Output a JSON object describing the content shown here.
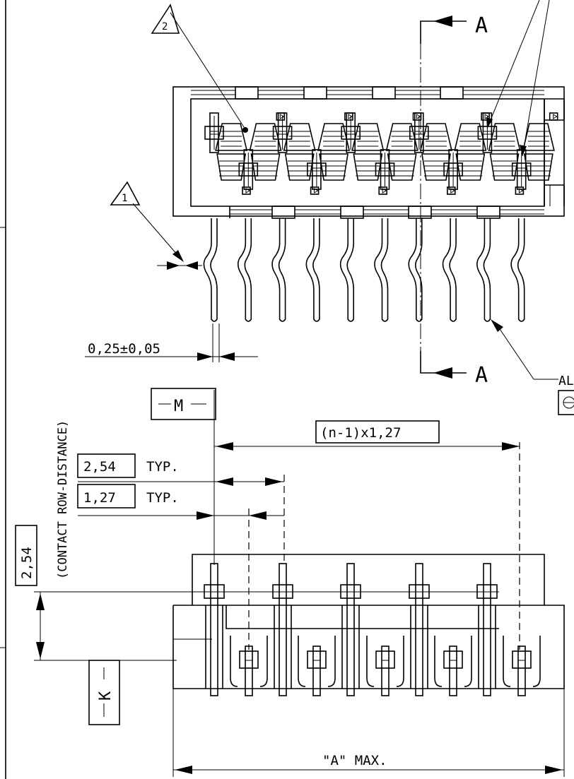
{
  "section_marks": {
    "letter_top": "A",
    "letter_bottom": "A"
  },
  "notes": {
    "note_1": "1",
    "note_2": "2"
  },
  "dimensions": {
    "lead_thickness": "0,25±0,05",
    "contact_row_distance": "(CONTACT ROW-DISTANCE)",
    "datum_m": "M",
    "datum_k": "K",
    "pitch_total": "(n-1)x1,27",
    "pitch_254_value": "2,54",
    "pitch_254_suffix": "TYP.",
    "pitch_127_value": "1,27",
    "pitch_127_suffix": "TYP.",
    "row_distance_value": "2,54",
    "overall_width": "\"A\" MAX."
  },
  "callouts": {
    "right_edge_text": "AL"
  }
}
